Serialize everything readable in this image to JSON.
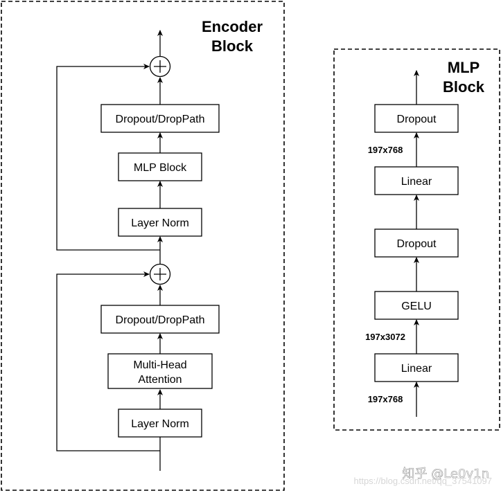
{
  "encoder": {
    "title_line1": "Encoder",
    "title_line2": "Block",
    "dropout_top": "Dropout/DropPath",
    "mlp_block": "MLP Block",
    "layer_norm_top": "Layer Norm",
    "dropout_bottom": "Dropout/DropPath",
    "attention_line1": "Multi-Head",
    "attention_line2": "Attention",
    "layer_norm_bottom": "Layer Norm"
  },
  "mlp": {
    "title_line1": "MLP",
    "title_line2": "Block",
    "dropout_top": "Dropout",
    "linear_top": "Linear",
    "dropout_mid": "Dropout",
    "gelu": "GELU",
    "linear_bottom": "Linear",
    "dim_top": "197x768",
    "dim_mid": "197x3072",
    "dim_bottom": "197x768"
  },
  "watermark": {
    "handle": "知乎 @Le0v1n",
    "url": "https://blog.csdn.net/qq_37541097"
  }
}
